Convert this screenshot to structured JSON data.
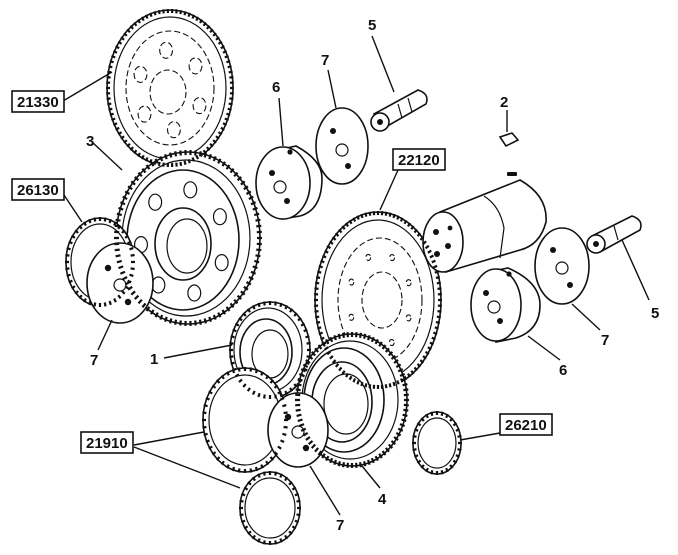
{
  "callouts": {
    "c1": "1",
    "c2": "2",
    "c3": "3",
    "c4": "4",
    "c5a": "5",
    "c5b": "5",
    "c6a": "6",
    "c6b": "6",
    "c7a": "7",
    "c7b": "7",
    "c7c": "7",
    "c7d": "7"
  },
  "part_numbers": {
    "p21330": "21330",
    "p26130": "26130",
    "p22120": "22120",
    "p21910": "21910",
    "p26210": "26210"
  }
}
